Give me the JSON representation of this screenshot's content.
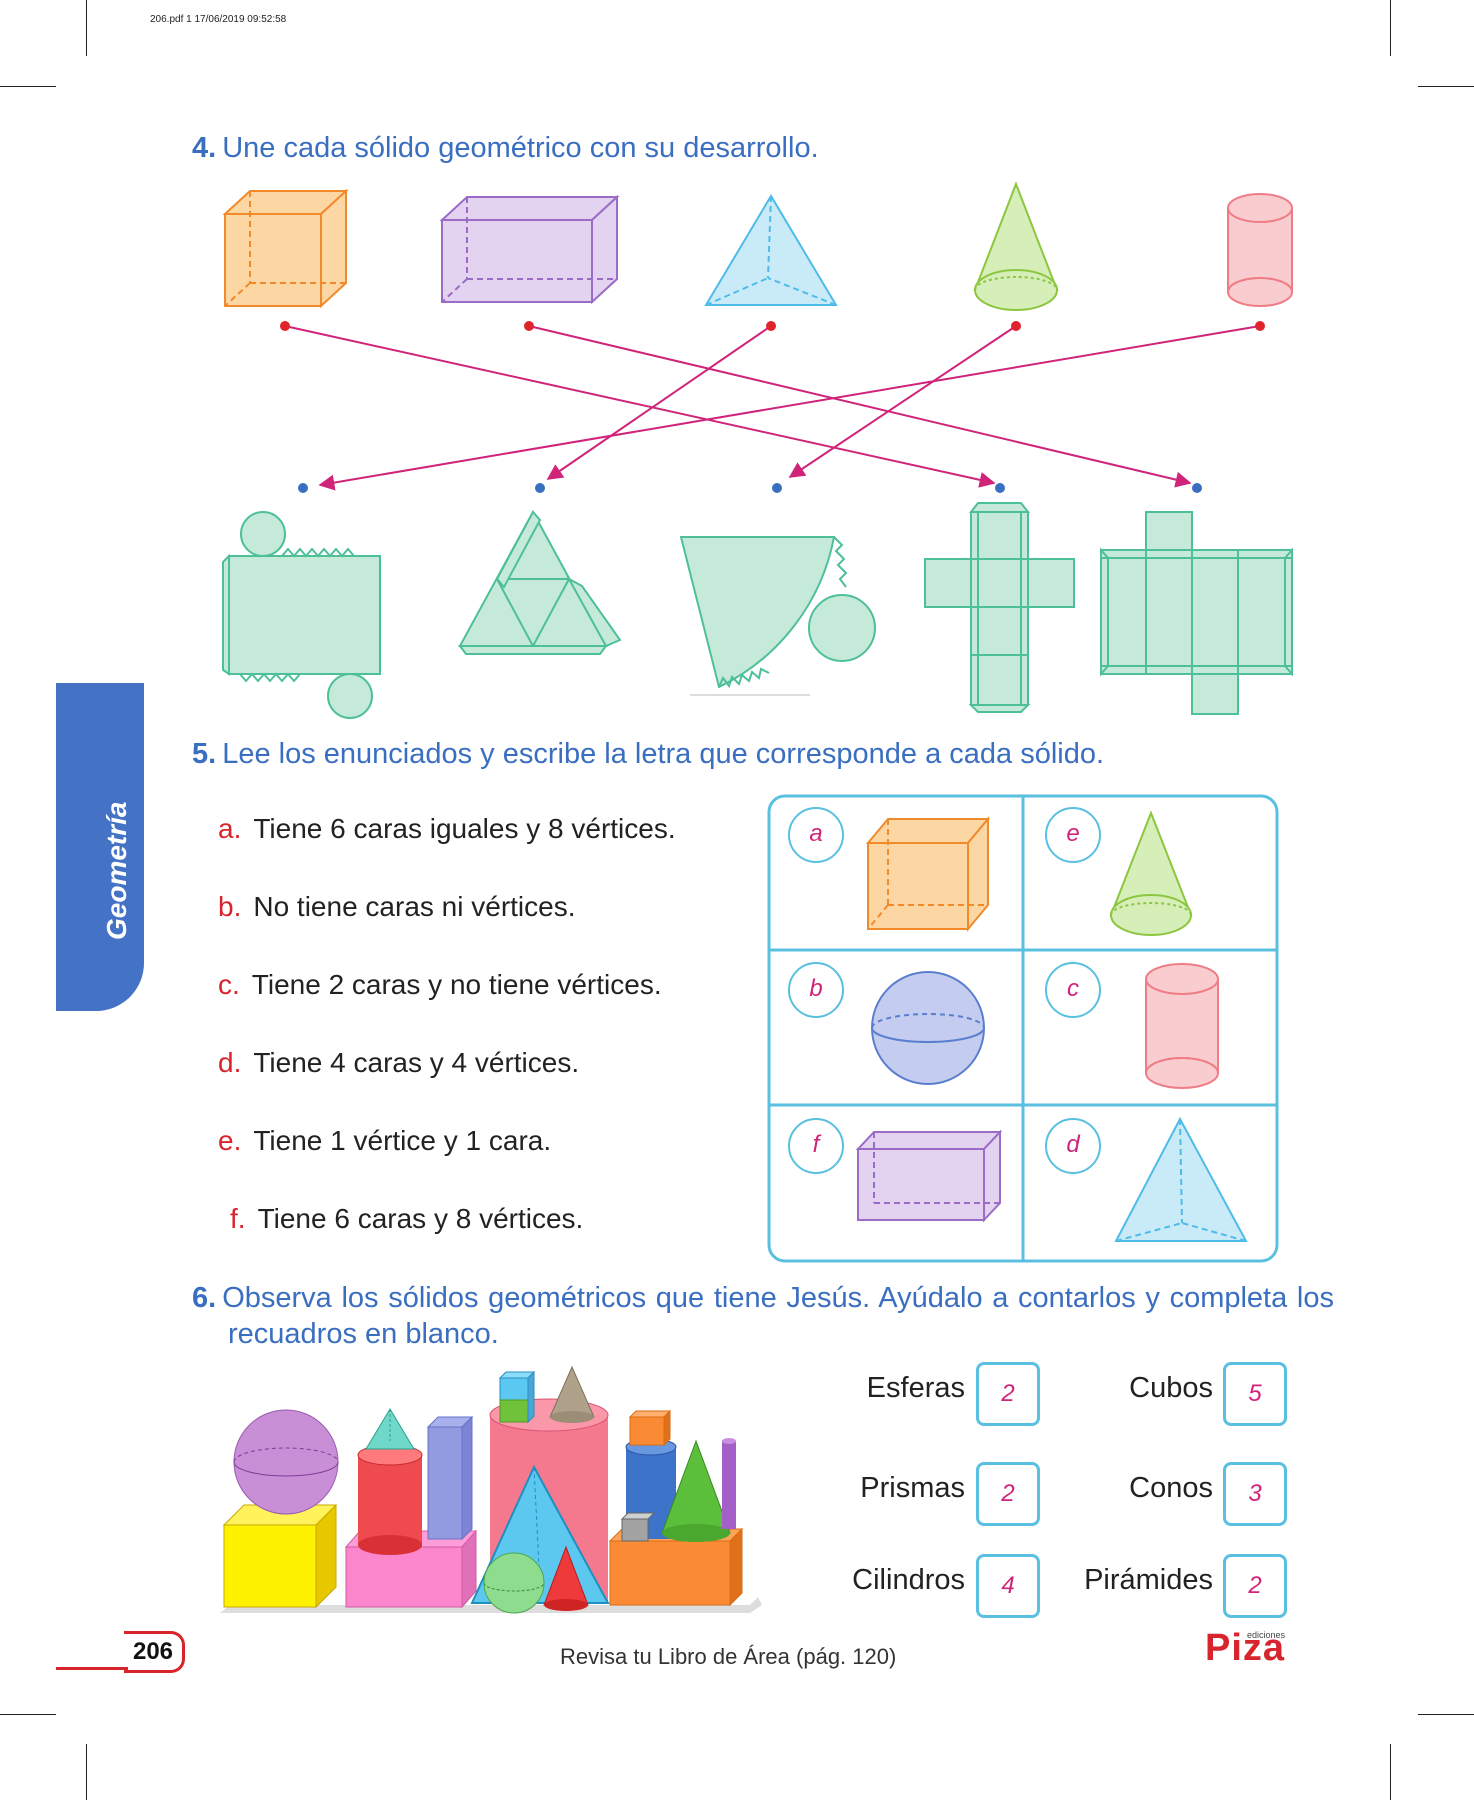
{
  "print_header": "206.pdf   1   17/06/2019   09:52:58",
  "side_tab": "Geometría",
  "exercise4": {
    "number": "4.",
    "instruction": "Une cada sólido geométrico con su desarrollo.",
    "solids": [
      "cube-icon",
      "rectangular-prism-icon",
      "triangular-pyramid-icon",
      "cone-icon",
      "cylinder-icon"
    ],
    "nets": [
      "cylinder-net-icon",
      "pyramid-net-icon",
      "cone-net-icon",
      "cube-net-icon",
      "prism-net-icon"
    ],
    "matches": [
      {
        "solid": "cube",
        "net": "cube-net"
      },
      {
        "solid": "rectangular-prism",
        "net": "prism-net"
      },
      {
        "solid": "triangular-pyramid",
        "net": "pyramid-net"
      },
      {
        "solid": "cone",
        "net": "cone-net"
      },
      {
        "solid": "cylinder",
        "net": "cylinder-net"
      }
    ],
    "colors": {
      "line": "#d0237a",
      "solid_dot": "#e0242c",
      "net_dot": "#3a6ec0",
      "net_fill": "#c6ead9",
      "net_stroke": "#4dbf99"
    }
  },
  "exercise5": {
    "number": "5.",
    "instruction": "Lee los enunciados y escribe la letra que corresponde a cada sólido.",
    "statements": [
      {
        "letter": "a.",
        "text": "Tiene 6 caras iguales y 8 vértices."
      },
      {
        "letter": "b.",
        "text": "No tiene caras ni vértices."
      },
      {
        "letter": "c.",
        "text": "Tiene 2 caras y no tiene vértices."
      },
      {
        "letter": "d.",
        "text": "Tiene 4 caras y 4 vértices."
      },
      {
        "letter": "e.",
        "text": "Tiene 1 vértice y 1 cara."
      },
      {
        "letter": "f.",
        "text": "Tiene 6 caras y 8 vértices."
      }
    ],
    "grid": [
      {
        "answer": "a",
        "solid": "cube-icon"
      },
      {
        "answer": "e",
        "solid": "cone-icon"
      },
      {
        "answer": "b",
        "solid": "sphere-icon"
      },
      {
        "answer": "c",
        "solid": "cylinder-icon"
      },
      {
        "answer": "f",
        "solid": "rectangular-prism-icon"
      },
      {
        "answer": "d",
        "solid": "triangular-pyramid-icon"
      }
    ]
  },
  "exercise6": {
    "number": "6.",
    "instruction": "Observa los sólidos geométricos que tiene Jesús. Ayúdalo a contarlos y completa los recuadros en blanco.",
    "counts": [
      {
        "label": "Esferas",
        "value": "2"
      },
      {
        "label": "Cubos",
        "value": "5"
      },
      {
        "label": "Prismas",
        "value": "2"
      },
      {
        "label": "Conos",
        "value": "3"
      },
      {
        "label": "Cilindros",
        "value": "4"
      },
      {
        "label": "Pirámides",
        "value": "2"
      }
    ]
  },
  "footer": {
    "page_number": "206",
    "reference": "Revisa tu Libro de Área (pág. 120)",
    "logo": "Piza",
    "logo_small": "ediciones"
  }
}
